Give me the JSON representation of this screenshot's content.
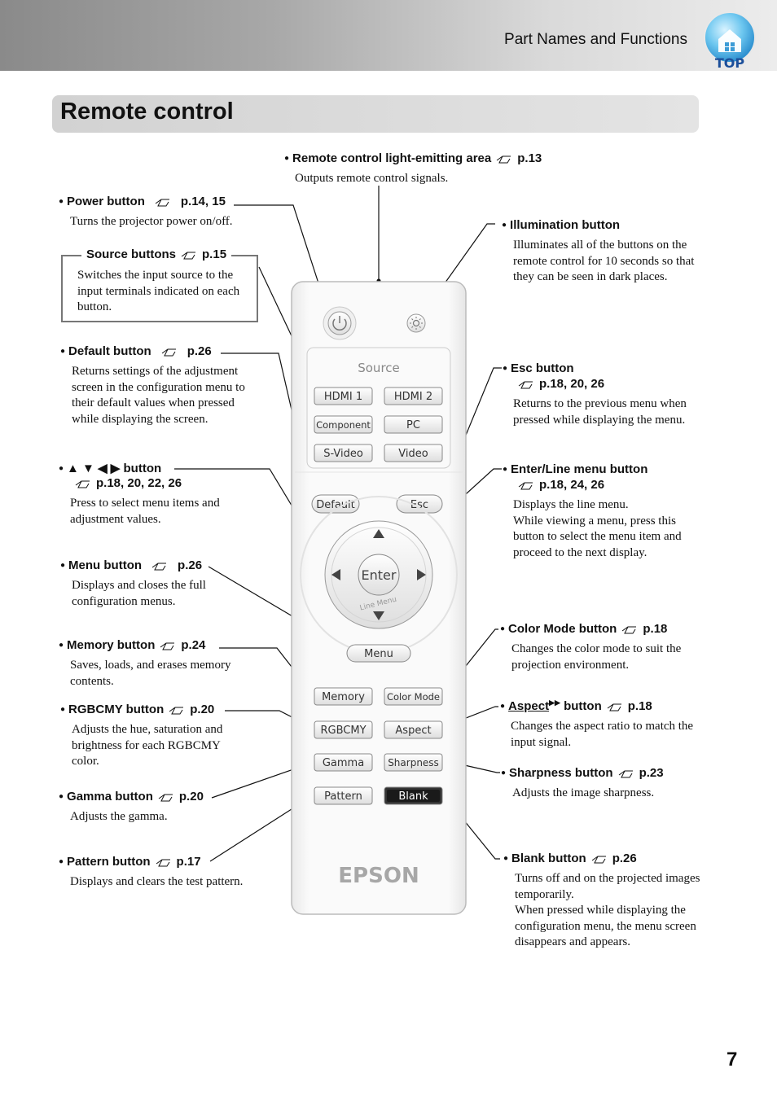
{
  "header": {
    "title": "Part Names and Functions",
    "top_button": "TOP"
  },
  "section": {
    "title": "Remote control"
  },
  "remote": {
    "source_label": "Source",
    "buttons": {
      "hdmi1": "HDMI 1",
      "hdmi2": "HDMI 2",
      "component": "Component",
      "pc": "PC",
      "svideo": "S-Video",
      "video": "Video",
      "default": "Default",
      "esc": "Esc",
      "enter": "Enter",
      "line_menu": "Line Menu",
      "menu": "Menu",
      "memory": "Memory",
      "color_mode": "Color Mode",
      "rgbcmy": "RGBCMY",
      "aspect": "Aspect",
      "gamma": "Gamma",
      "sharpness": "Sharpness",
      "pattern": "Pattern",
      "blank": "Blank"
    },
    "brand": "EPSON"
  },
  "callouts": {
    "emit": {
      "label": "Remote control light-emitting area",
      "ref": "p.13",
      "desc": "Outputs remote control signals."
    },
    "power": {
      "label": "Power button",
      "ref": "p.14, 15",
      "desc": "Turns the projector power on/off."
    },
    "illumination": {
      "label": "Illumination button",
      "desc": "Illuminates all of the buttons on the remote control for 10 seconds so that they can be seen in dark places."
    },
    "source": {
      "label": "Source buttons",
      "ref": "p.15",
      "desc": "Switches the input source to the input terminals indicated on each button."
    },
    "default": {
      "label": "Default button",
      "ref": "p.26",
      "desc": "Returns settings of the adjustment screen in the configuration menu to their default values when pressed while displaying the screen."
    },
    "esc": {
      "label": "Esc button",
      "ref": "p.18, 20, 26",
      "desc": "Returns to the previous menu when pressed while displaying the menu."
    },
    "arrows": {
      "symbols": "▲ ▼  ◀ ▶",
      "label": "button",
      "ref": "p.18, 20, 22, 26",
      "desc": "Press to select menu items and adjustment values."
    },
    "enter": {
      "label": "Enter/Line menu button",
      "ref": "p.18, 24, 26",
      "desc1": "Displays the line menu.",
      "desc2": "While viewing a menu, press this button to select the menu item and proceed to the next display."
    },
    "menu": {
      "label": "Menu button",
      "ref": "p.26",
      "desc": "Displays and closes the full configuration menus."
    },
    "color_mode": {
      "label": "Color Mode button",
      "ref": "p.18",
      "desc": "Changes the color mode to suit the projection environment."
    },
    "memory": {
      "label": "Memory button",
      "ref": "p.24",
      "desc": "Saves, loads, and erases memory contents."
    },
    "aspect": {
      "label_link": "Aspect",
      "label": "button",
      "ref": "p.18",
      "desc": "Changes the aspect ratio to match the input signal."
    },
    "rgbcmy": {
      "label": "RGBCMY button",
      "ref": "p.20",
      "desc": "Adjusts the hue, saturation and brightness for each RGBCMY color."
    },
    "sharpness": {
      "label": "Sharpness button",
      "ref": "p.23",
      "desc": "Adjusts the image sharpness."
    },
    "gamma": {
      "label": "Gamma button",
      "ref": "p.20",
      "desc": "Adjusts the gamma."
    },
    "pattern": {
      "label": "Pattern button",
      "ref": "p.17",
      "desc": "Displays and clears the test pattern."
    },
    "blank": {
      "label": "Blank button",
      "ref": "p.26",
      "desc1": "Turns off and on the projected images temporarily.",
      "desc2": "When pressed while displaying the configuration menu, the menu screen disappears and appears."
    }
  },
  "page_number": "7"
}
